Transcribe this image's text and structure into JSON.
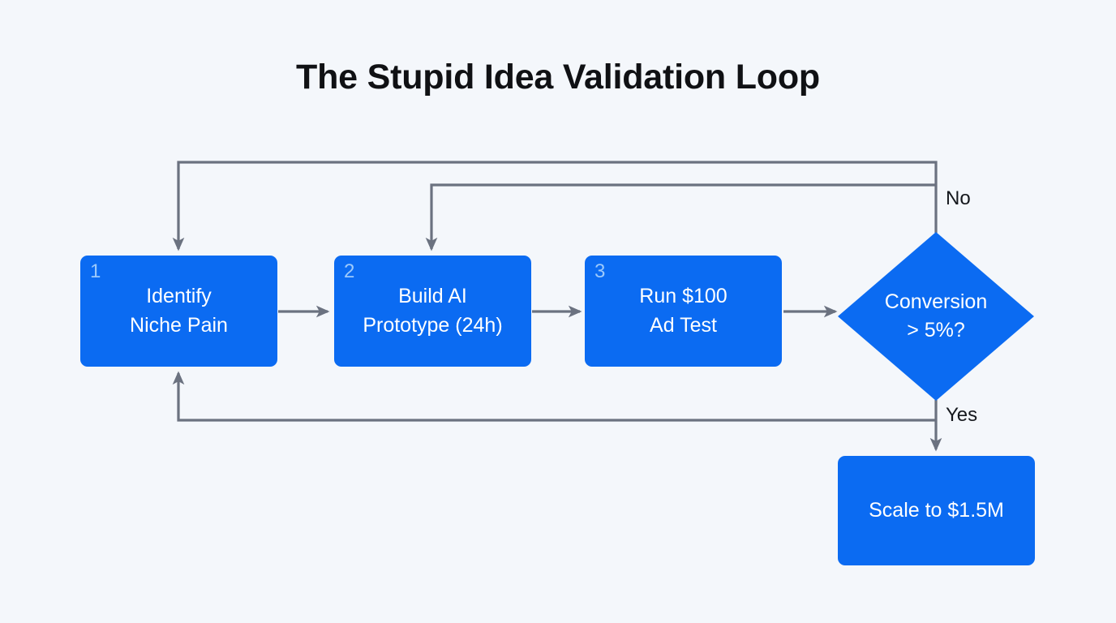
{
  "title": "The Stupid Idea Validation Loop",
  "theme": {
    "background": "#f4f7fb",
    "node_fill": "#0b6bf2",
    "node_text": "#ffffff",
    "step_number": "#9cc9fb",
    "edge_stroke": "#6b7280",
    "title_text": "#101114",
    "edge_label_text": "#15181d"
  },
  "nodes": [
    {
      "id": "identify",
      "step": "1",
      "label": "Identify\nNiche Pain",
      "shape": "rounded-rect"
    },
    {
      "id": "prototype",
      "step": "2",
      "label": "Build AI\nPrototype (24h)",
      "shape": "rounded-rect"
    },
    {
      "id": "adtest",
      "step": "3",
      "label": "Run $100\nAd Test",
      "shape": "rounded-rect"
    },
    {
      "id": "decision",
      "step": "",
      "label": "Conversion\n> 5%?",
      "shape": "diamond"
    },
    {
      "id": "scale",
      "step": "",
      "label": "Scale to $1.5M",
      "shape": "rounded-rect"
    }
  ],
  "edge_labels": {
    "no": "No",
    "yes": "Yes"
  }
}
